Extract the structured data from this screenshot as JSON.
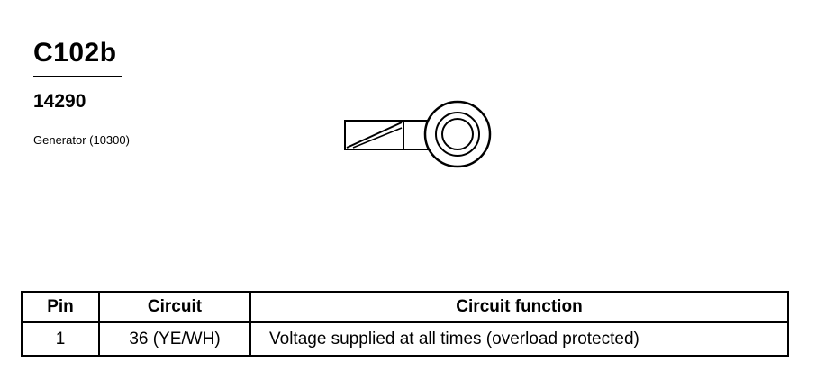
{
  "connector": {
    "id": "C102b",
    "part_number": "14290",
    "component": "Generator (10300)"
  },
  "table": {
    "headers": {
      "pin": "Pin",
      "circuit": "Circuit",
      "function": "Circuit function"
    },
    "rows": [
      {
        "pin": "1",
        "circuit": "36 (YE/WH)",
        "function": "Voltage supplied at all times (overload protected)"
      }
    ]
  },
  "drawing": {
    "icon": "ring-terminal-icon"
  }
}
